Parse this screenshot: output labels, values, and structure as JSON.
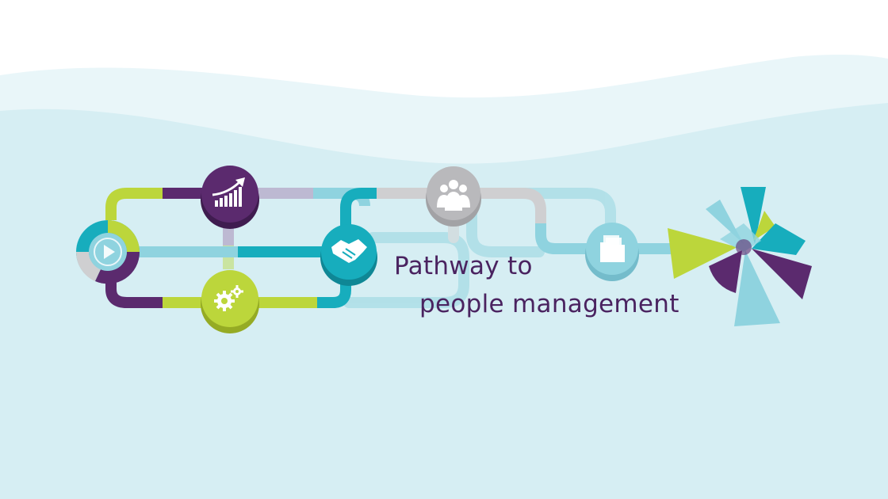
{
  "headline": {
    "line1": "Pathway to",
    "line2": "people management"
  },
  "colors": {
    "background_top": "#ffffff",
    "background_wave": "#d6eef3",
    "background_wave_light": "#e9f6f9",
    "teal": "#17adbd",
    "teal_light": "#8fd3df",
    "lime": "#bcd63b",
    "purple": "#5b2a6e",
    "grey": "#cfcfd1",
    "grey_node": "#b9b9bc",
    "lavender": "#bdb9d2",
    "text": "#4a2360"
  },
  "nodes": [
    {
      "id": "start",
      "icon": "play-icon",
      "color": "teal_light"
    },
    {
      "id": "growth",
      "icon": "growth-chart-icon",
      "color": "purple"
    },
    {
      "id": "settings",
      "icon": "gears-icon",
      "color": "lime"
    },
    {
      "id": "partnership",
      "icon": "handshake-icon",
      "color": "teal"
    },
    {
      "id": "team",
      "icon": "people-group-icon",
      "color": "grey_node"
    },
    {
      "id": "documents",
      "icon": "folder-icon",
      "color": "teal_light"
    }
  ],
  "destination": {
    "icon": "radial-burst-icon"
  }
}
